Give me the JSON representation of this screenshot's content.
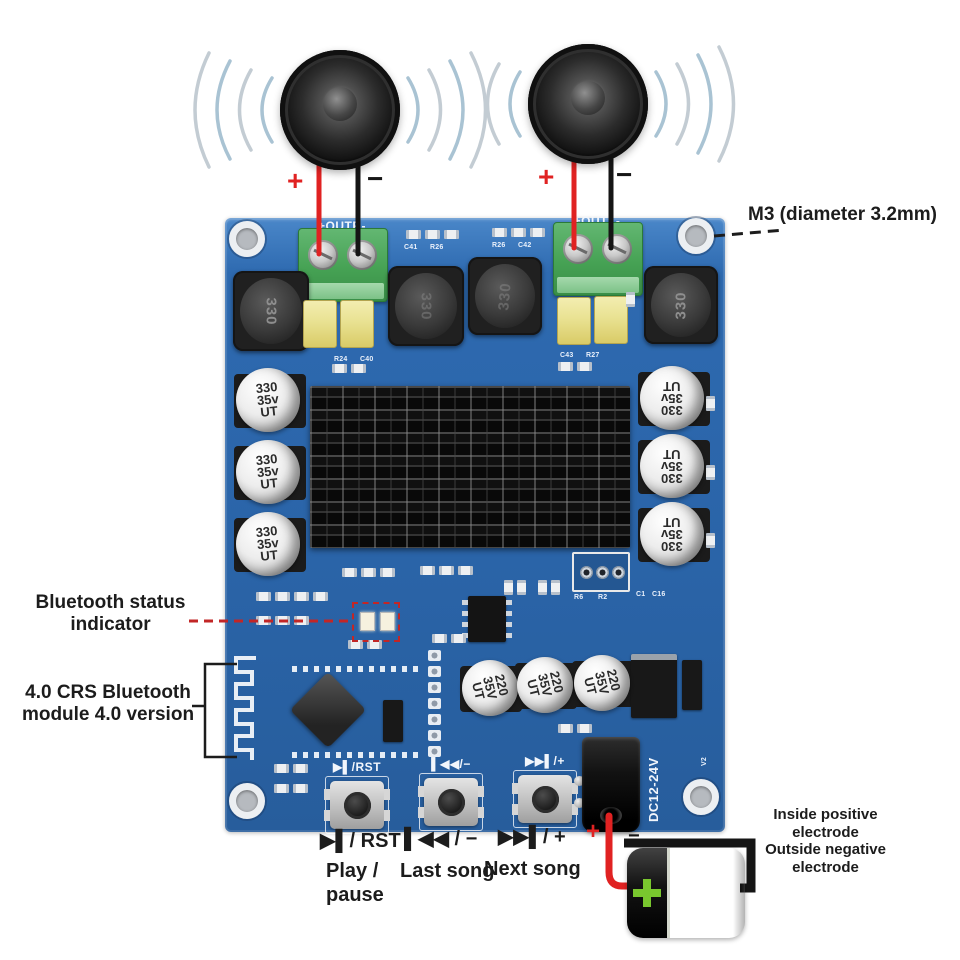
{
  "colors": {
    "pcb": "#2e6ab0",
    "pcb-dark": "#275d9c",
    "wire-red": "#e02222",
    "wire-black": "#151515",
    "battery-green": "#7fc42f",
    "terminal-green": "#46a254",
    "cap-yellow": "#e9e292",
    "wave-blue": "#a9c3d3",
    "wave-gray": "#c3ccd3",
    "annotation": "#1c1c1c",
    "dashed-red": "#c22626",
    "silkscreen": "#f2f6fc"
  },
  "annotations": {
    "m3_label": "M3 (diameter 3.2mm)",
    "bt_status": "Bluetooth status\nindicator",
    "bt_module": "4.0 CRS Bluetooth\nmodule 4.0 version",
    "electrode": "Inside positive electrode\nOutside negative electrode",
    "play_combo": "▶▌/ RST",
    "play_label": "Play /\npause",
    "last_combo": "▌◀◀ / −",
    "last_label": "Last song",
    "next_combo": "▶▶▌/ +",
    "next_label": "Next song",
    "plus": "+",
    "minus": "−"
  },
  "board": {
    "silkscreen": {
      "out_r": "+OUTR-",
      "out_l": "+OUTL-",
      "btn_play": "▶▌/RST",
      "btn_last": "▌◀◀/−",
      "btn_next": "▶▶▌/+",
      "dc_power": "DC12-24V",
      "v2": "V2",
      "c41": "C41",
      "r26": "R26",
      "c42": "C42",
      "r24": "R24",
      "c40": "C40",
      "c43": "C43",
      "r27": "R27",
      "r6": "R6",
      "r2": "R2",
      "c1": "C1",
      "c16": "C16"
    },
    "components": {
      "inductor": "330",
      "cap_large": "330\n35v\nUT",
      "cap_medium": "220\n35V\nUT"
    }
  }
}
